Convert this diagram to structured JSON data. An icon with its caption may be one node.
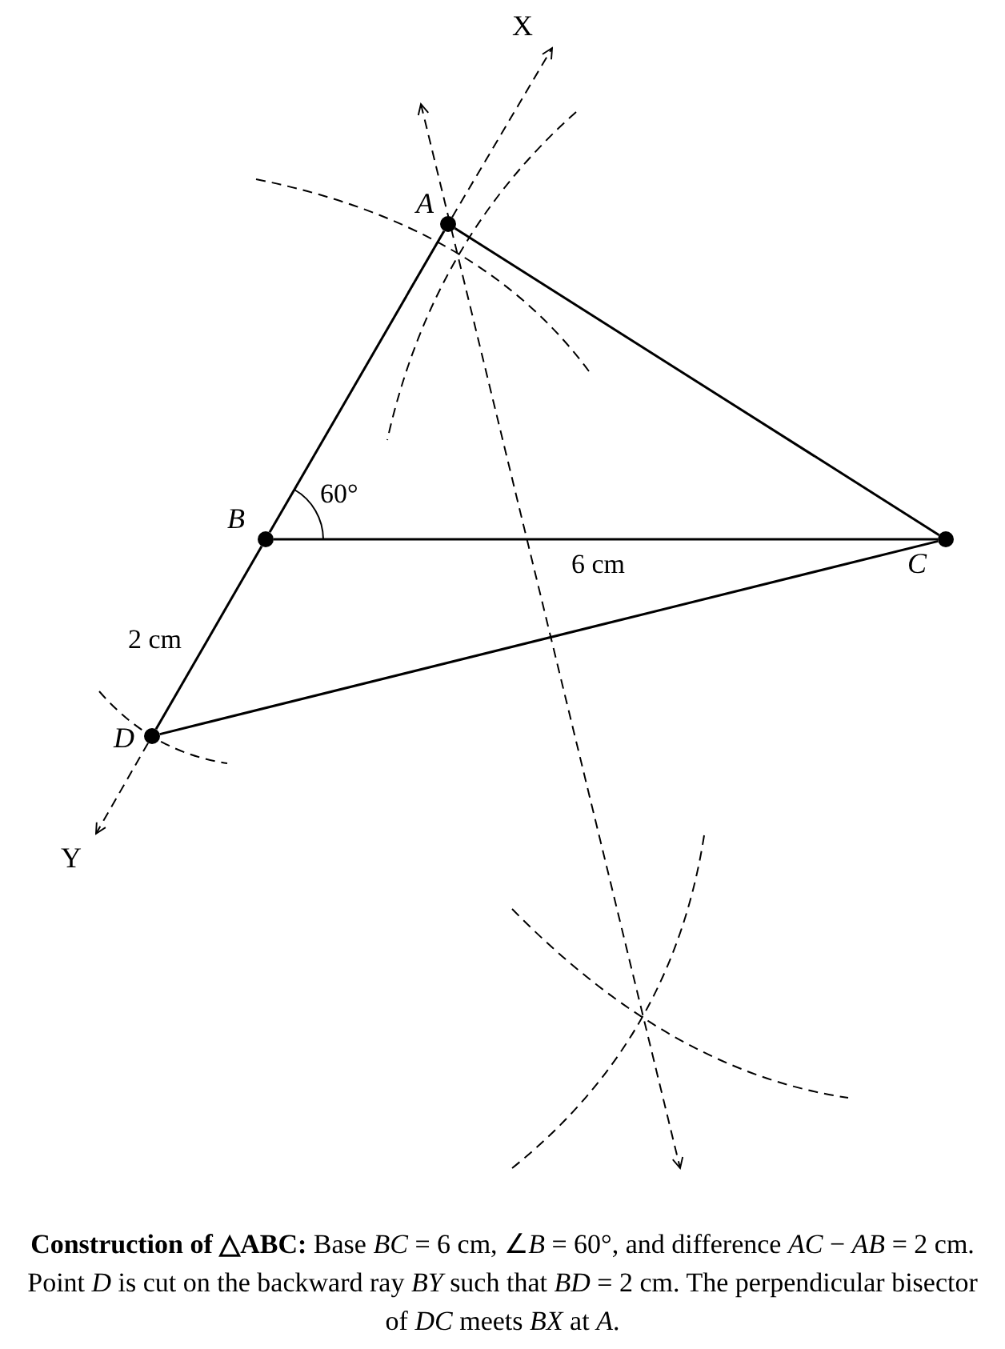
{
  "diagram": {
    "caption": "**Construction of △ABC:** Base *BC* = 6 cm, ∠*B* = 60°, and difference *AC* − *AB* = 2 cm. Point *D* is cut on the backward ray *BY* such that *BD* = 2 cm. The perpendicular bisector of *DC* meets *BX* at *A*.",
    "nodes": [
      {
        "text": [
          "A"
        ]
      },
      {
        "text": [
          "B"
        ]
      },
      {
        "text": [
          "C"
        ]
      },
      {
        "text": [
          "D"
        ]
      },
      {
        "text": [
          "X"
        ]
      },
      {
        "text": [
          "Y"
        ]
      }
    ],
    "edges": [
      {
        "from": 0,
        "to": 1,
        "arrow": "none"
      },
      {
        "from": 1,
        "to": 2,
        "arrow": "none"
      },
      {
        "from": 0,
        "to": 2,
        "arrow": "none"
      },
      {
        "from": 1,
        "to": 3,
        "arrow": "none"
      },
      {
        "from": 3,
        "to": 2,
        "arrow": "none"
      },
      {
        "from": 0,
        "to": 4,
        "arrow": "to",
        "style": "dashed"
      },
      {
        "from": 3,
        "to": 5,
        "arrow": "to",
        "style": "dashed"
      }
    ],
    "labels": [
      "60°",
      "6 cm",
      "2 cm"
    ]
  }
}
